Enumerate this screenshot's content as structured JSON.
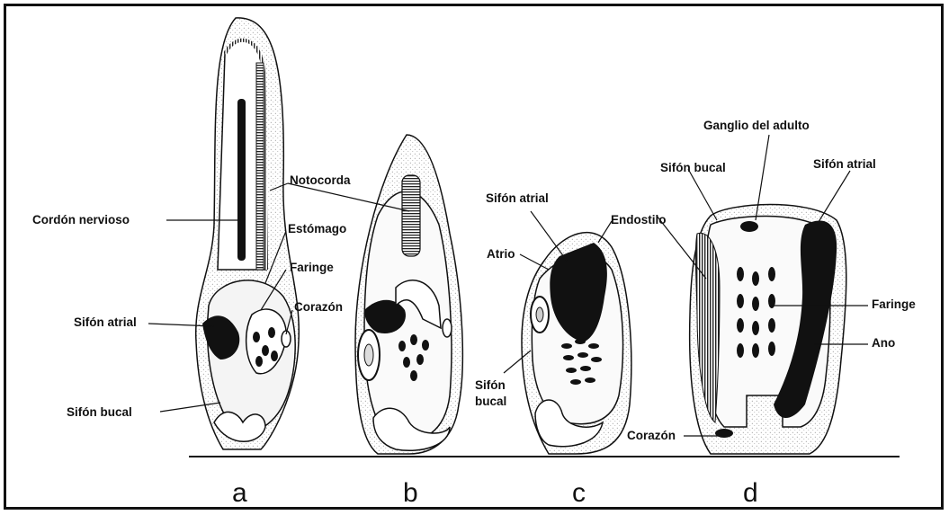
{
  "labels": {
    "notocorda": "Notocorda",
    "cordon_nervioso": "Cordón nervioso",
    "estomago": "Estómago",
    "faringe_a": "Faringe",
    "sifon_atrial_a": "Sifón atrial",
    "corazon_a": "Corazón",
    "sifon_bucal_a": "Sifón bucal",
    "sifon_atrial_c": "Sifón atrial",
    "endostilo": "Endostilo",
    "atrio": "Atrio",
    "sifon_bucal_c_line1": "Sifón",
    "sifon_bucal_c_line2": "bucal",
    "ganglio": "Ganglio del adulto",
    "sifon_bucal_d": "Sifón bucal",
    "sifon_atrial_d": "Sifón atrial",
    "faringe_d": "Faringe",
    "ano": "Ano",
    "corazon_d": "Corazón"
  },
  "stages": [
    "a",
    "b",
    "c",
    "d"
  ],
  "colors": {
    "ink": "#111111",
    "stipple": "#d9d9d9",
    "background": "#ffffff"
  }
}
